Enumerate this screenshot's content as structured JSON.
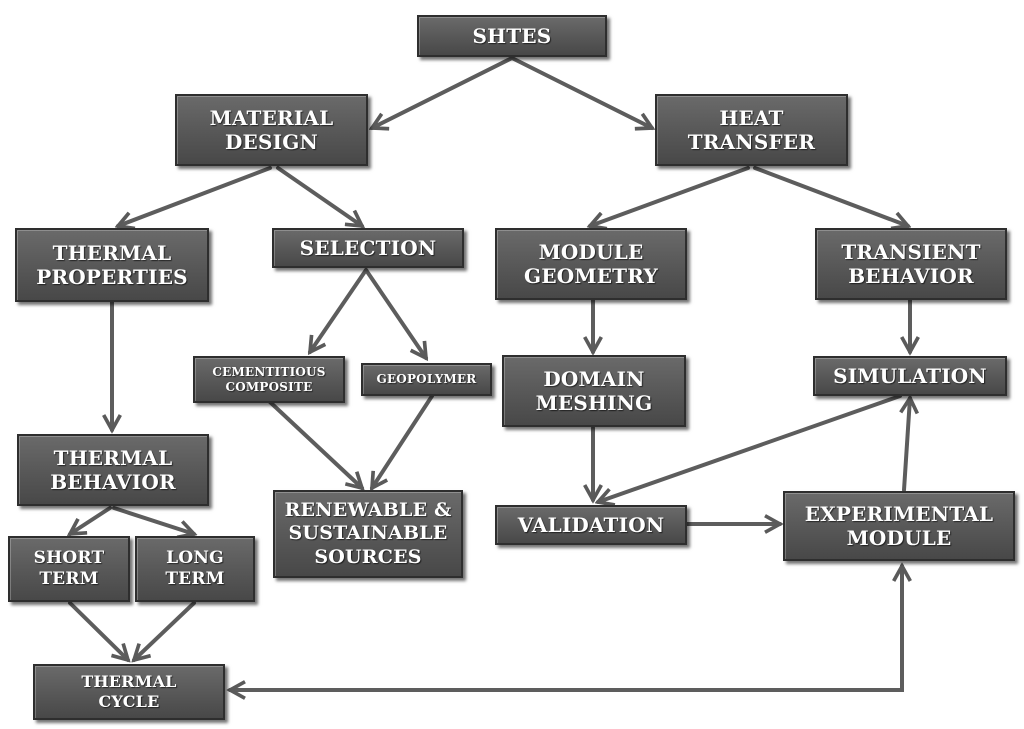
{
  "diagram": {
    "colors": {
      "box": "#595959",
      "border": "#2e2e2e",
      "text": "#ffffff",
      "arrow": "#5a5a5a"
    },
    "nodes": {
      "shtes": "SHTES",
      "material_design": "MATERIAL\nDESIGN",
      "heat_transfer": "HEAT\nTRANSFER",
      "thermal_properties": "THERMAL\nPROPERTIES",
      "selection": "SELECTION",
      "module_geometry": "MODULE\nGEOMETRY",
      "transient_behavior": "TRANSIENT\nBEHAVIOR",
      "cementitious_composite": "CEMENTITIOUS\nCOMPOSITE",
      "geopolymer": "GEOPOLYMER",
      "domain_meshing": "DOMAIN\nMESHING",
      "simulation": "SIMULATION",
      "thermal_behavior": "THERMAL\nBEHAVIOR",
      "renewable_sources": "RENEWABLE &\nSUSTAINABLE\nSOURCES",
      "validation": "VALIDATION",
      "experimental_module": "EXPERIMENTAL\nMODULE",
      "short_term": "SHORT\nTERM",
      "long_term": "LONG\nTERM",
      "thermal_cycle": "THERMAL\nCYCLE"
    },
    "edges": [
      {
        "from": "SHTES",
        "to": "MATERIAL DESIGN"
      },
      {
        "from": "SHTES",
        "to": "HEAT TRANSFER"
      },
      {
        "from": "MATERIAL DESIGN",
        "to": "THERMAL PROPERTIES"
      },
      {
        "from": "MATERIAL DESIGN",
        "to": "SELECTION"
      },
      {
        "from": "HEAT TRANSFER",
        "to": "MODULE GEOMETRY"
      },
      {
        "from": "HEAT TRANSFER",
        "to": "TRANSIENT BEHAVIOR"
      },
      {
        "from": "SELECTION",
        "to": "CEMENTITIOUS COMPOSITE"
      },
      {
        "from": "SELECTION",
        "to": "GEOPOLYMER"
      },
      {
        "from": "CEMENTITIOUS COMPOSITE",
        "to": "RENEWABLE & SUSTAINABLE SOURCES"
      },
      {
        "from": "GEOPOLYMER",
        "to": "RENEWABLE & SUSTAINABLE SOURCES"
      },
      {
        "from": "THERMAL PROPERTIES",
        "to": "THERMAL BEHAVIOR"
      },
      {
        "from": "THERMAL BEHAVIOR",
        "to": "SHORT TERM"
      },
      {
        "from": "THERMAL BEHAVIOR",
        "to": "LONG TERM"
      },
      {
        "from": "SHORT TERM",
        "to": "THERMAL CYCLE"
      },
      {
        "from": "LONG TERM",
        "to": "THERMAL CYCLE"
      },
      {
        "from": "MODULE GEOMETRY",
        "to": "DOMAIN MESHING"
      },
      {
        "from": "DOMAIN MESHING",
        "to": "VALIDATION"
      },
      {
        "from": "TRANSIENT BEHAVIOR",
        "to": "SIMULATION"
      },
      {
        "from": "SIMULATION",
        "to": "VALIDATION"
      },
      {
        "from": "VALIDATION",
        "to": "EXPERIMENTAL MODULE"
      },
      {
        "from": "EXPERIMENTAL MODULE",
        "to": "SIMULATION"
      },
      {
        "from": "EXPERIMENTAL MODULE",
        "to": "THERMAL CYCLE",
        "bidirectional": true
      }
    ]
  }
}
